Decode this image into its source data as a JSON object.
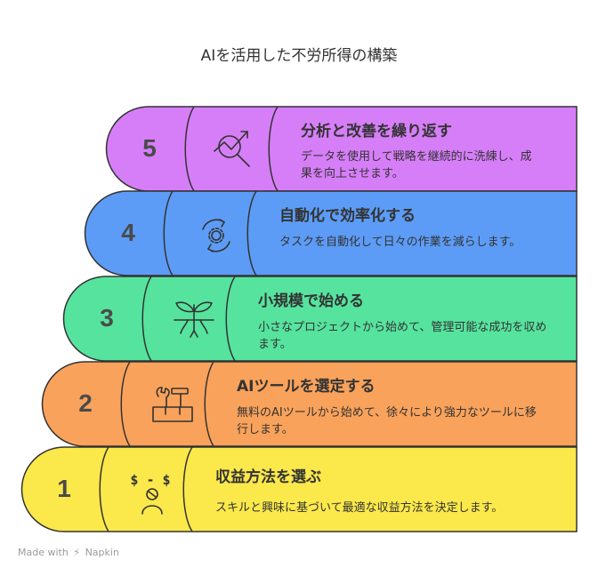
{
  "title": "AIを活用した不労所得の構築",
  "steps": [
    {
      "number": "1",
      "title": "収益方法を選ぶ",
      "desc": "スキルと興味に基づいて最適な収益方法を決定します。",
      "color": "#fbe84a",
      "icon": "money-person-icon",
      "icon_text": "$ - $"
    },
    {
      "number": "2",
      "title": "AIツールを選定する",
      "desc": "無料のAIツールから始めて、徐々により強力なツールに移行します。",
      "color": "#f9a25b",
      "icon": "toolbox-icon"
    },
    {
      "number": "3",
      "title": "小規模で始める",
      "desc": "小さなプロジェクトから始めて、管理可能な成功を収めます。",
      "color": "#56e39e",
      "icon": "sprout-icon"
    },
    {
      "number": "4",
      "title": "自動化で効率化する",
      "desc": "タスクを自動化して日々の作業を減らします。",
      "color": "#5d9cf6",
      "icon": "gear-cycle-icon"
    },
    {
      "number": "5",
      "title": "分析と改善を繰り返す",
      "desc": "データを使用して戦略を継続的に洗練し、成果を向上させます。",
      "color": "#d67ef7",
      "icon": "analytics-magnifier-icon"
    }
  ],
  "footer": {
    "made_with": "Made with",
    "brand": "Napkin"
  }
}
